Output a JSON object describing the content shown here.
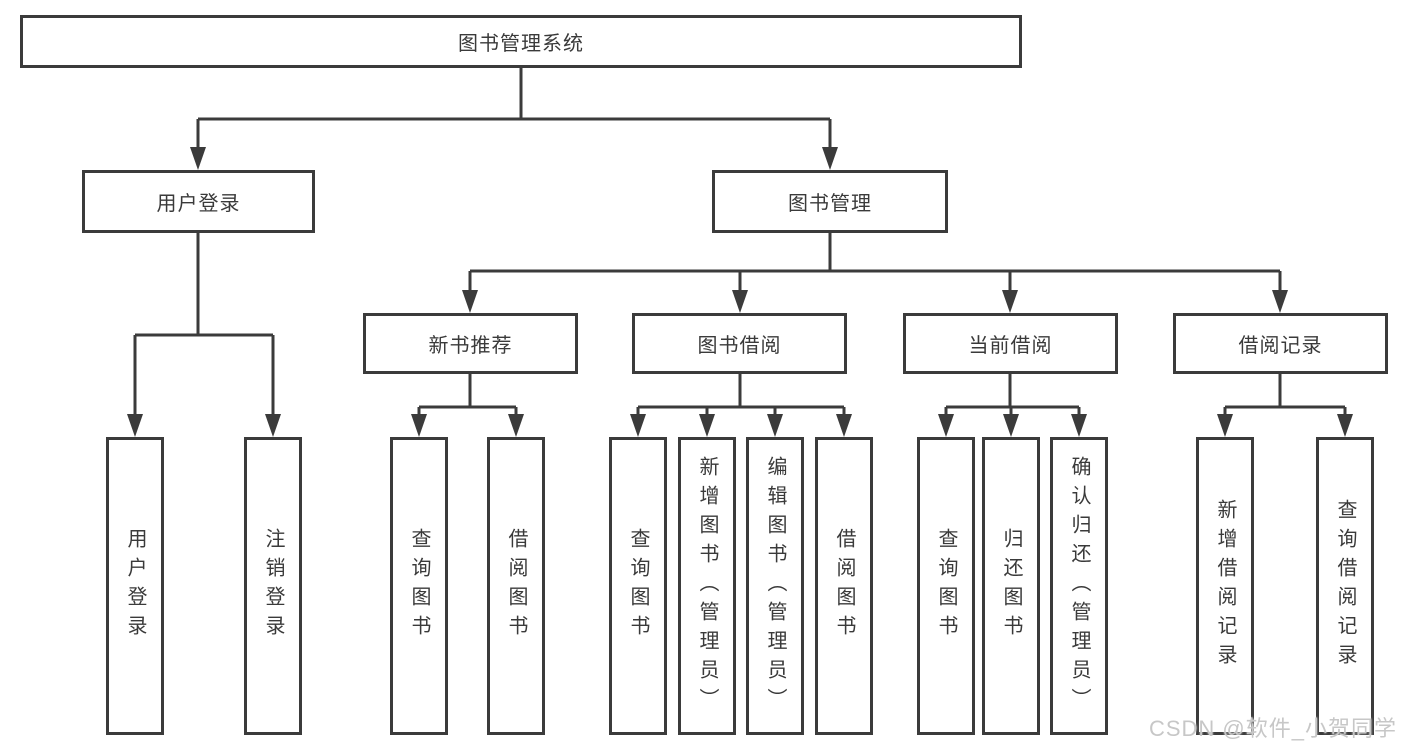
{
  "colors": {
    "line": "#3b3b3b",
    "text": "#3a3a3a",
    "box_bg": "#ffffff",
    "background": "#ffffff",
    "watermark": "#c7c7c7"
  },
  "watermark": "CSDN @软件_小贺同学",
  "tree": {
    "root": {
      "label": "图书管理系统"
    },
    "children": [
      {
        "label": "用户登录",
        "children": [
          {
            "label": "用户登录"
          },
          {
            "label": "注销登录"
          }
        ]
      },
      {
        "label": "图书管理",
        "children": [
          {
            "label": "新书推荐",
            "children": [
              {
                "label": "查询图书"
              },
              {
                "label": "借阅图书"
              }
            ]
          },
          {
            "label": "图书借阅",
            "children": [
              {
                "label": "查询图书"
              },
              {
                "label": "新增图书（管理员）"
              },
              {
                "label": "编辑图书（管理员）"
              },
              {
                "label": "借阅图书"
              }
            ]
          },
          {
            "label": "当前借阅",
            "children": [
              {
                "label": "查询图书"
              },
              {
                "label": "归还图书"
              },
              {
                "label": "确认归还（管理员）"
              }
            ]
          },
          {
            "label": "借阅记录",
            "children": [
              {
                "label": "新增借阅记录"
              },
              {
                "label": "查询借阅记录"
              }
            ]
          }
        ]
      }
    ]
  }
}
